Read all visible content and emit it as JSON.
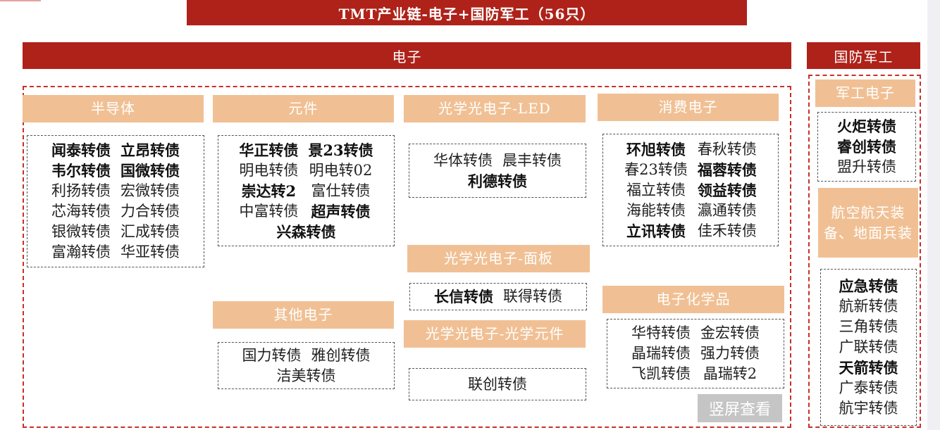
{
  "title": "TMT产业链-电子+国防军工（56只）",
  "electronics_label": "电子",
  "defense_label": "国防军工",
  "watermark": "竖屏查看",
  "colors": {
    "red": "#ae2219",
    "peach": "#f0c094"
  },
  "groups": {
    "semi": {
      "label": "半导体",
      "items": [
        {
          "n": "闻泰转债",
          "b": true
        },
        {
          "n": "立昂转债",
          "b": true
        },
        {
          "n": "韦尔转债",
          "b": true
        },
        {
          "n": "国微转债",
          "b": true
        },
        {
          "n": "利扬转债",
          "b": false
        },
        {
          "n": "宏微转债",
          "b": false
        },
        {
          "n": "芯海转债",
          "b": false
        },
        {
          "n": "力合转债",
          "b": false
        },
        {
          "n": "银微转债",
          "b": false
        },
        {
          "n": "汇成转债",
          "b": false
        },
        {
          "n": "富瀚转债",
          "b": false
        },
        {
          "n": "华亚转债",
          "b": false
        }
      ]
    },
    "comp": {
      "label": "元件",
      "items": [
        {
          "n": "华正转债",
          "b": true
        },
        {
          "n": "景23转债",
          "b": true
        },
        {
          "n": "明电转债",
          "b": false
        },
        {
          "n": "明电转02",
          "b": false
        },
        {
          "n": "崇达转2",
          "b": true
        },
        {
          "n": "富仕转债",
          "b": false
        },
        {
          "n": "中富转债",
          "b": false
        },
        {
          "n": "超声转债",
          "b": true
        },
        {
          "n": "兴森转债",
          "b": true
        }
      ]
    },
    "led": {
      "label": "光学光电子-LED",
      "items": [
        {
          "n": "华体转债",
          "b": false
        },
        {
          "n": "晨丰转债",
          "b": false
        },
        {
          "n": "利德转债",
          "b": true
        }
      ]
    },
    "consumer": {
      "label": "消费电子",
      "items": [
        {
          "n": "环旭转债",
          "b": true
        },
        {
          "n": "春秋转债",
          "b": false
        },
        {
          "n": "春23转债",
          "b": false
        },
        {
          "n": "福蓉转债",
          "b": true
        },
        {
          "n": "福立转债",
          "b": false
        },
        {
          "n": "领益转债",
          "b": true
        },
        {
          "n": "海能转债",
          "b": false
        },
        {
          "n": "瀛通转债",
          "b": false
        },
        {
          "n": "立讯转债",
          "b": true
        },
        {
          "n": "佳禾转债",
          "b": false
        }
      ]
    },
    "panel": {
      "label": "光学光电子-面板",
      "items": [
        {
          "n": "长信转债",
          "b": true
        },
        {
          "n": "联得转债",
          "b": false
        }
      ]
    },
    "optics": {
      "label": "光学光电子-光学元件",
      "items": [
        {
          "n": "联创转债",
          "b": false
        }
      ]
    },
    "other": {
      "label": "其他电子",
      "items": [
        {
          "n": "国力转债",
          "b": false
        },
        {
          "n": "雅创转债",
          "b": false
        },
        {
          "n": "洁美转债",
          "b": false
        }
      ]
    },
    "chem": {
      "label": "电子化学品",
      "items": [
        {
          "n": "华特转债",
          "b": false
        },
        {
          "n": "金宏转债",
          "b": false
        },
        {
          "n": "晶瑞转债",
          "b": false
        },
        {
          "n": "强力转债",
          "b": false
        },
        {
          "n": "飞凯转债",
          "b": false
        },
        {
          "n": "晶瑞转2",
          "b": false
        }
      ]
    },
    "milelec": {
      "label": "军工电子",
      "items": [
        {
          "n": "火炬转债",
          "b": true
        },
        {
          "n": "睿创转债",
          "b": true
        },
        {
          "n": "盟升转债",
          "b": false
        }
      ]
    },
    "aero": {
      "label": "航空航天装备、地面兵装",
      "items": [
        {
          "n": "应急转债",
          "b": true
        },
        {
          "n": "航新转债",
          "b": false
        },
        {
          "n": "三角转债",
          "b": false
        },
        {
          "n": "广联转债",
          "b": false
        },
        {
          "n": "天箭转债",
          "b": true
        },
        {
          "n": "广泰转债",
          "b": false
        },
        {
          "n": "航宇转债",
          "b": false
        }
      ]
    }
  }
}
